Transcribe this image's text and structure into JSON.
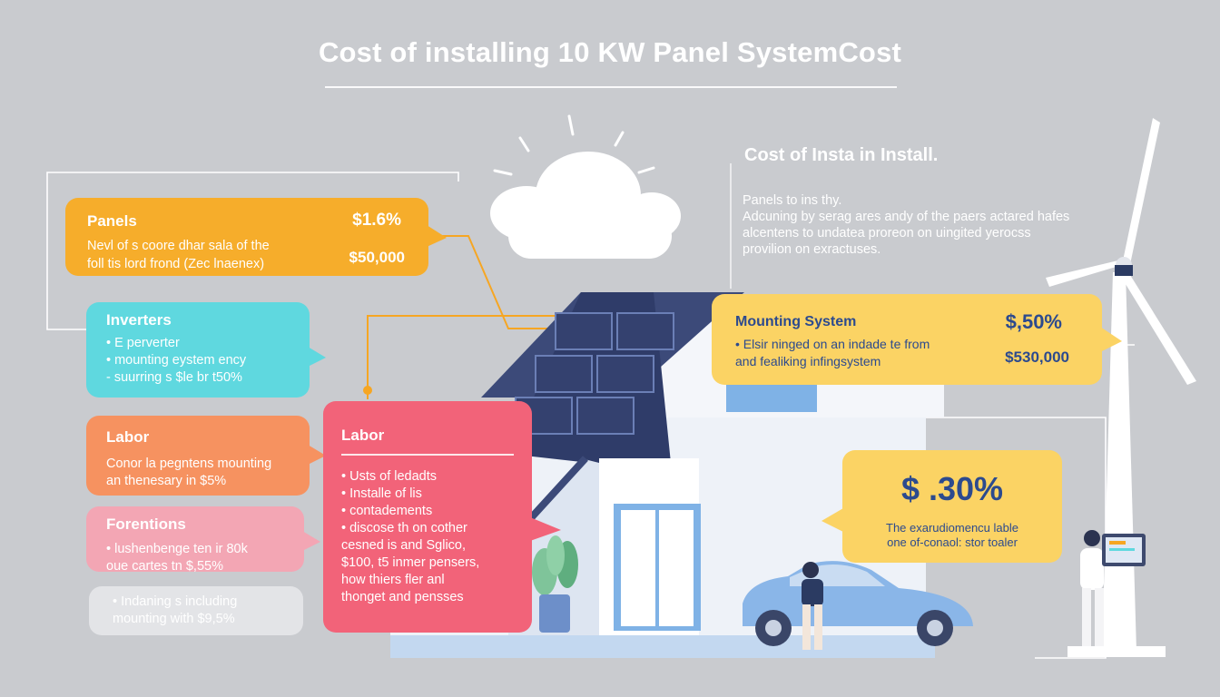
{
  "title": "Cost of installing 10 KW Panel SystemCost",
  "right_info": {
    "heading": "Cost of Insta in Install.",
    "lines": [
      "Panels to ins thy.",
      "Adcuning by serag ares andy of the paers actared hafes",
      "alcentens to undatea proreon on uingited yerocss",
      "provilion on exractuses."
    ]
  },
  "panels": {
    "title": "Panels",
    "percent": "$1.6%",
    "desc": [
      "Nevl of s coore dhar sala of the",
      "foll tis lord frond (Zec lnaenex)"
    ],
    "amount": "$50,000"
  },
  "inverters": {
    "title": "Inverters",
    "items": [
      "• E perverter",
      "• mounting eystem ency",
      "- suurring s $le br t50%"
    ]
  },
  "labor_left": {
    "title": "Labor",
    "lines": [
      "Conor la pegntens mounting",
      "an thenesary in $5%"
    ]
  },
  "preventions": {
    "title": "Forentions",
    "lines": [
      "• lushenbenge ten ir 80k",
      "oue cartes tn $,55%"
    ]
  },
  "mounting_misc": {
    "lines": [
      "• Indaning s including",
      "mounting with $9,5%"
    ]
  },
  "labor_center": {
    "title": "Labor",
    "items": [
      "• Usts of ledadts",
      "• Installe of lis",
      "• contadements",
      "• discose th on cother",
      "cesned is and Sglico,",
      "$100, t5 inmer pensers,",
      "how thiers fler anl",
      "thonget and pensses"
    ]
  },
  "mounting_system": {
    "title": "Mounting System",
    "percent": "$,50%",
    "desc": [
      "• Elsir ninged on an indade te from",
      "and fealiking infingsystem"
    ],
    "amount": "$530,000"
  },
  "percent_card": {
    "value": "$ .30%",
    "desc": [
      "The exarudiomencu lable",
      "one of-conaol: stor toaler"
    ]
  },
  "colors": {
    "panels": "#f6ad2b",
    "inverters": "#5fd8df",
    "labor": "#f69260",
    "preventions": "#f3a6b4",
    "labor_center": "#f26379",
    "mounting": "#fbd364",
    "connector": "#f6a623",
    "roof": "#3c4a79"
  }
}
